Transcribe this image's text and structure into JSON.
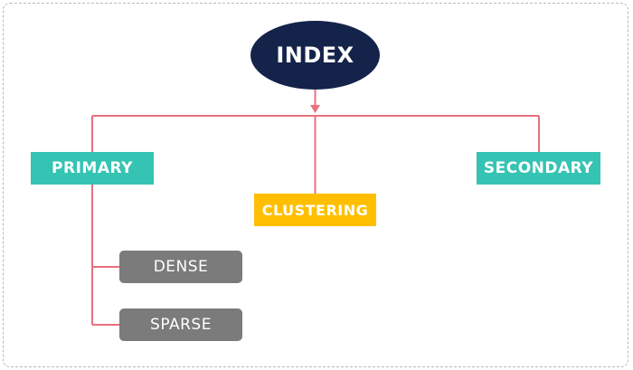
{
  "diagram": {
    "root": {
      "label": "INDEX",
      "color": "#14234a"
    },
    "children": [
      {
        "label": "PRIMARY",
        "color": "#35c3b3"
      },
      {
        "label": "CLUSTERING",
        "color": "#ffbf00"
      },
      {
        "label": "SECONDARY",
        "color": "#35c3b3"
      }
    ],
    "primary_subtypes": [
      {
        "label": "DENSE",
        "color": "#7b7b7b"
      },
      {
        "label": "SPARSE",
        "color": "#7b7b7b"
      }
    ],
    "connector_color": "#e8707e",
    "frame_border": "dashed"
  }
}
